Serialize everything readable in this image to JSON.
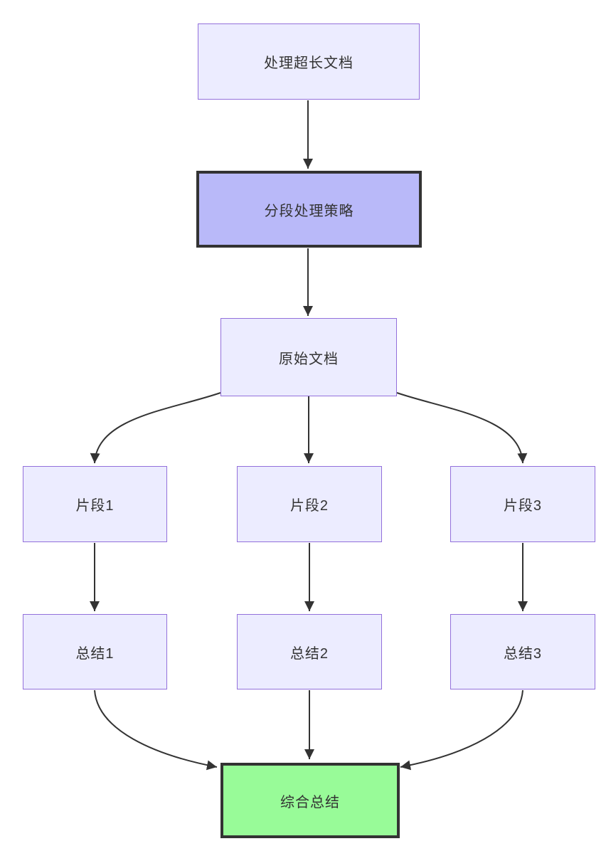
{
  "diagram": {
    "type": "flowchart",
    "direction": "top-down",
    "background_color": "#ffffff",
    "edge_color": "#333333",
    "text_color": "#333333",
    "default_node_fill": "#ECECFF",
    "default_node_border": "#9370DB",
    "emphasis_node_fill": "#B9B9F9",
    "emphasis_node_border": "#333333",
    "result_node_fill": "#98FB98",
    "result_node_border": "#333333",
    "nodes": [
      {
        "id": "A",
        "label": "处理超长文档",
        "style": "default"
      },
      {
        "id": "B",
        "label": "分段处理策略",
        "style": "emphasis"
      },
      {
        "id": "C",
        "label": "原始文档",
        "style": "default"
      },
      {
        "id": "D",
        "label": "片段1",
        "style": "default"
      },
      {
        "id": "E",
        "label": "片段2",
        "style": "default"
      },
      {
        "id": "F",
        "label": "片段3",
        "style": "default"
      },
      {
        "id": "G",
        "label": "总结1",
        "style": "default"
      },
      {
        "id": "H",
        "label": "总结2",
        "style": "default"
      },
      {
        "id": "I",
        "label": "总结3",
        "style": "default"
      },
      {
        "id": "J",
        "label": "综合总结",
        "style": "result"
      }
    ],
    "edges": [
      {
        "from": "A",
        "to": "B"
      },
      {
        "from": "B",
        "to": "C"
      },
      {
        "from": "C",
        "to": "D"
      },
      {
        "from": "C",
        "to": "E"
      },
      {
        "from": "C",
        "to": "F"
      },
      {
        "from": "D",
        "to": "G"
      },
      {
        "from": "E",
        "to": "H"
      },
      {
        "from": "F",
        "to": "I"
      },
      {
        "from": "G",
        "to": "J"
      },
      {
        "from": "H",
        "to": "J"
      },
      {
        "from": "I",
        "to": "J"
      }
    ]
  }
}
